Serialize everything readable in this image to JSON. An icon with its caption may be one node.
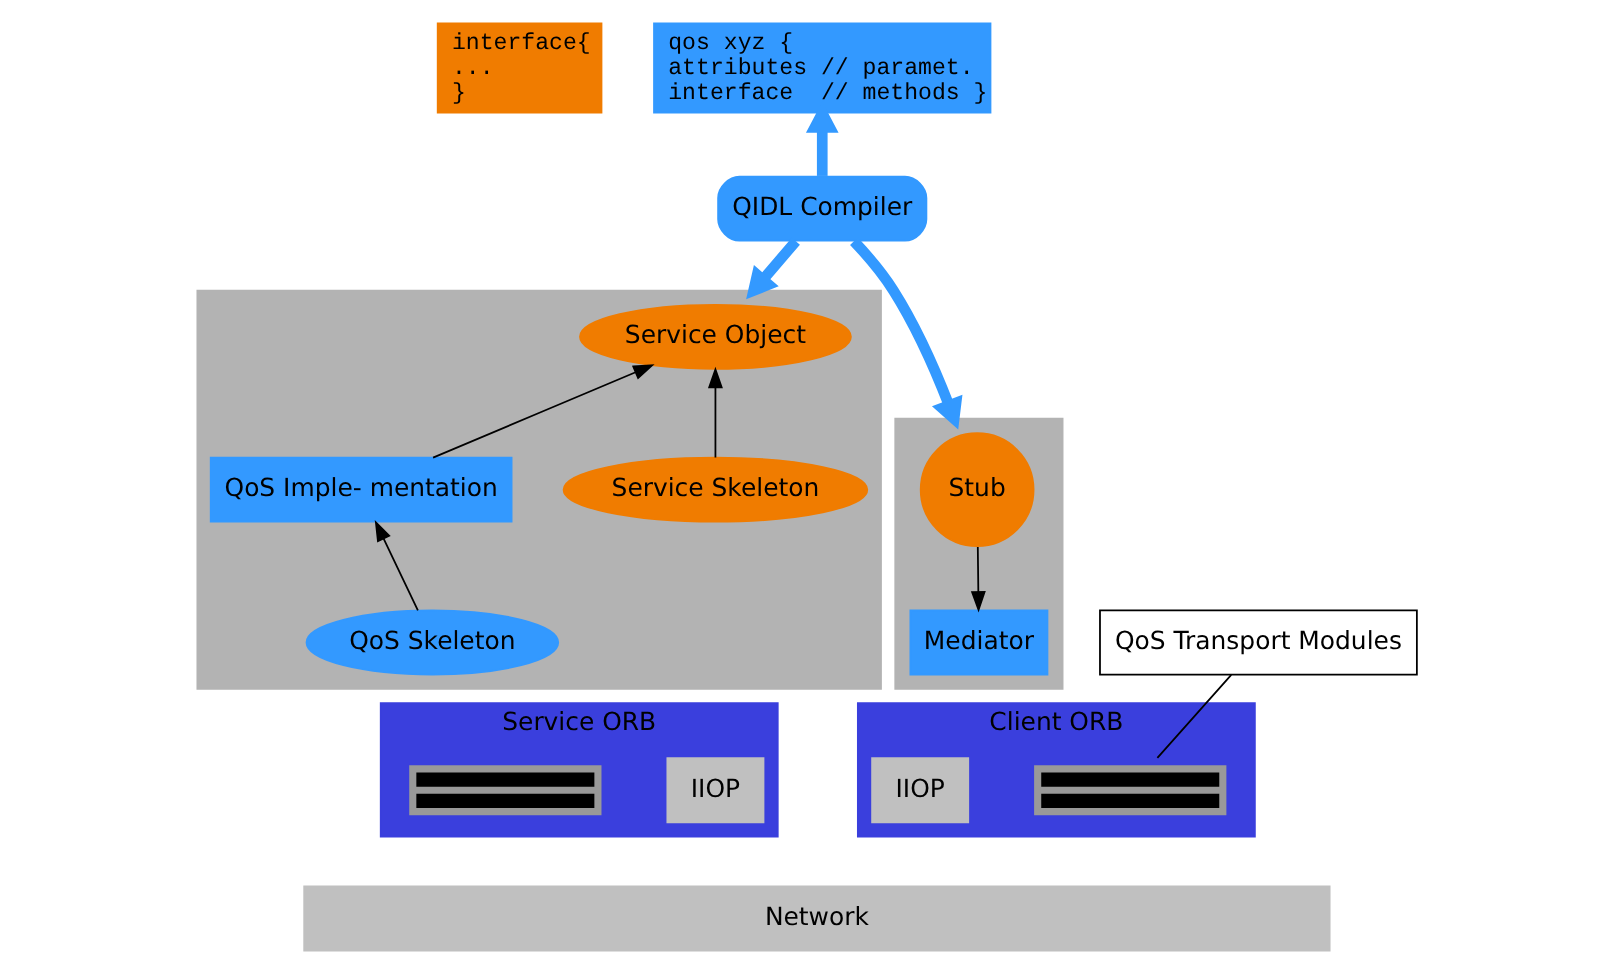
{
  "diagram": {
    "nodes": [
      {
        "text": [
          "interface{",
          "...",
          "}"
        ]
      },
      {
        "text": [
          "qos xyz {",
          "attributes // paramet.",
          "interface  // methods }"
        ]
      },
      {
        "text": [
          "QIDL Compiler"
        ]
      },
      {
        "text": [],
        "shape": "box"
      },
      {
        "text": [
          "Stub"
        ],
        "in": 3
      },
      {
        "text": [
          "Mediator"
        ],
        "in": 3
      },
      {
        "text": [
          "Client ORB"
        ]
      },
      {
        "text": [
          "IIOP"
        ],
        "in": 6
      },
      {
        "text": [],
        "shape": "box",
        "in": 6
      },
      {
        "text": [
          "QoS Transport Modules"
        ]
      },
      {
        "text": [],
        "shape": "box"
      },
      {
        "text": [
          "Service Object"
        ],
        "in": 10
      },
      {
        "text": [
          "QoS Imple- mentation"
        ],
        "in": 10
      },
      {
        "text": [
          "Service Skeleton"
        ],
        "in": 10
      },
      {
        "text": [
          "QoS Skeleton"
        ],
        "in": 10
      },
      {
        "text": [
          "Service ORB"
        ]
      },
      {
        "text": [
          "IIOP"
        ],
        "in": 15
      },
      {
        "text": [],
        "shape": "box",
        "in": 15
      },
      {
        "text": [
          "Network"
        ]
      }
    ],
    "edges": [
      {
        "from": 2,
        "to": 1,
        "arrow": "to",
        "style": "thick",
        "color": "#3399ff"
      },
      {
        "from": 2,
        "to": 3,
        "arrow": "to",
        "style": "thick",
        "color": "#3399ff"
      },
      {
        "from": 2,
        "to": 10,
        "arrow": "to",
        "style": "thick",
        "color": "#3399ff"
      },
      {
        "from": 4,
        "to": 5,
        "arrow": "to"
      },
      {
        "from": 9,
        "to": 8,
        "arrow": "none"
      },
      {
        "from": 12,
        "to": 11,
        "arrow": "to"
      },
      {
        "from": 13,
        "to": 11,
        "arrow": "to"
      },
      {
        "from": 14,
        "to": 12,
        "arrow": "to"
      }
    ]
  }
}
